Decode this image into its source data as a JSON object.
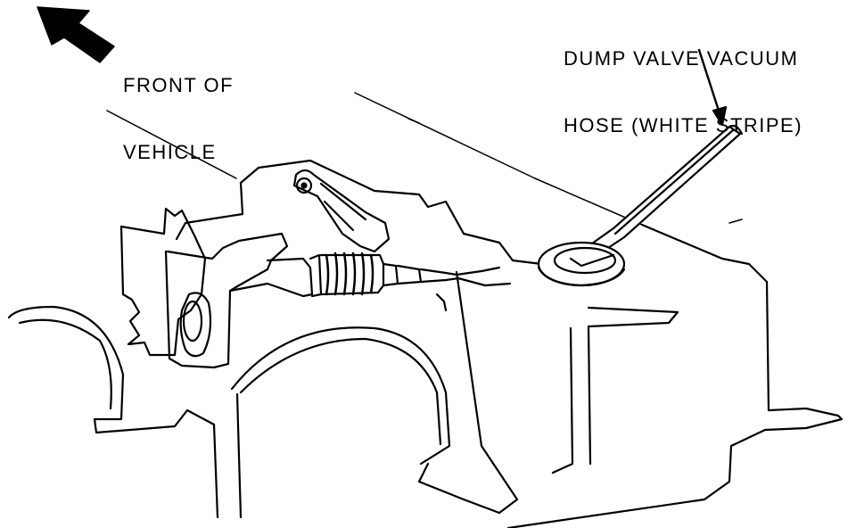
{
  "labels": {
    "front_of_vehicle": [
      "FRONT OF",
      "VEHICLE"
    ],
    "dump_valve_hose": [
      "DUMP VALVE VACUUM",
      "HOSE (WHITE STRIPE)"
    ]
  },
  "colors": {
    "ink": "#000000",
    "paper": "#ffffff"
  }
}
